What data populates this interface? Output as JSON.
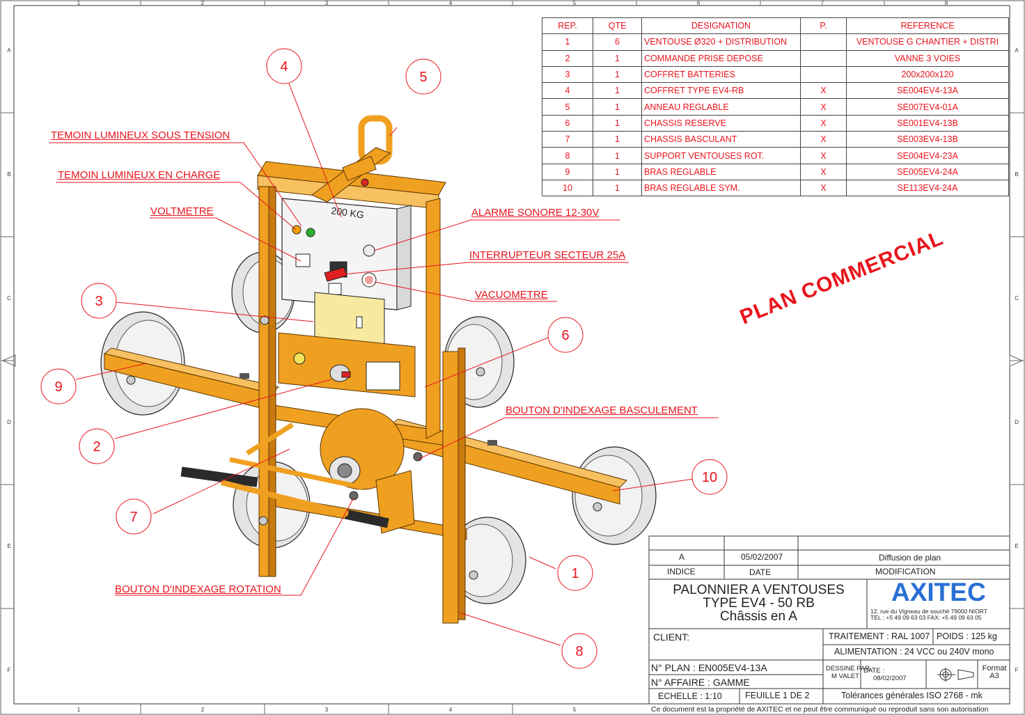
{
  "grid": {
    "columns_top": [
      "1",
      "2",
      "3",
      "4",
      "5",
      "6",
      "7",
      "8"
    ],
    "columns_bottom": [
      "1",
      "2",
      "3",
      "4",
      "5"
    ],
    "rows": [
      "A",
      "B",
      "C",
      "D",
      "E",
      "F"
    ]
  },
  "bom": {
    "headers": {
      "rep": "REP.",
      "qte": "QTE",
      "designation": "DESIGNATION",
      "p": "P.",
      "reference": "REFERENCE"
    },
    "rows": [
      {
        "rep": "1",
        "qte": "6",
        "designation": "VENTOUSE Ø320 + DISTRIBUTION",
        "p": "",
        "reference": "VENTOUSE G CHANTIER + DISTRI"
      },
      {
        "rep": "2",
        "qte": "1",
        "designation": "COMMANDE PRISE DEPOSE",
        "p": "",
        "reference": "VANNE 3 VOIES"
      },
      {
        "rep": "3",
        "qte": "1",
        "designation": "COFFRET BATTERIES",
        "p": "",
        "reference": "200x200x120"
      },
      {
        "rep": "4",
        "qte": "1",
        "designation": "COFFRET TYPE EV4-RB",
        "p": "X",
        "reference": "SE004EV4-13A"
      },
      {
        "rep": "5",
        "qte": "1",
        "designation": "ANNEAU REGLABLE",
        "p": "X",
        "reference": "SE007EV4-01A"
      },
      {
        "rep": "6",
        "qte": "1",
        "designation": "CHASSIS RESERVE",
        "p": "X",
        "reference": "SE001EV4-13B"
      },
      {
        "rep": "7",
        "qte": "1",
        "designation": "CHASSIS BASCULANT",
        "p": "X",
        "reference": "SE003EV4-13B"
      },
      {
        "rep": "8",
        "qte": "1",
        "designation": "SUPPORT VENTOUSES ROT.",
        "p": "X",
        "reference": "SE004EV4-23A"
      },
      {
        "rep": "9",
        "qte": "1",
        "designation": "BRAS REGLABLE",
        "p": "X",
        "reference": "SE005EV4-24A"
      },
      {
        "rep": "10",
        "qte": "1",
        "designation": "BRAS REGLABLE SYM.",
        "p": "X",
        "reference": "SE113EV4-24A"
      }
    ]
  },
  "callouts": {
    "temoin_tension": "TEMOIN LUMINEUX SOUS TENSION",
    "temoin_charge": "TEMOIN LUMINEUX EN CHARGE",
    "voltmetre": "VOLTMETRE",
    "alarme": "ALARME SONORE 12-30V",
    "interrupteur": "INTERRUPTEUR SECTEUR 25A",
    "vacuometre": "VACUOMETRE",
    "bouton_basculement": "BOUTON D'INDEXAGE BASCULEMENT",
    "bouton_rotation": "BOUTON D'INDEXAGE ROTATION"
  },
  "bubbles": [
    "1",
    "2",
    "3",
    "4",
    "5",
    "6",
    "7",
    "8",
    "9",
    "10"
  ],
  "stamp": "PLAN COMMERCIAL",
  "drawing_text": {
    "box_label": "200 KG"
  },
  "title_block": {
    "indice_value": "A",
    "date_value": "05/02/2007",
    "modification_value": "Diffusion de plan",
    "indice_label": "INDICE",
    "date_label": "DATE",
    "modification_label": "MODIFICATION",
    "title_line1": "PALONNIER A VENTOUSES",
    "title_line2": "TYPE EV4 - 50 RB",
    "title_line3": "Châssis en A",
    "company": "AXITEC",
    "address": "12, rue du Vigneau de souché 79000 NIORT",
    "phone": "TEL : +5 49 09 63 03   FAX: +5 49 09 63 05",
    "client_label": "CLIENT:",
    "traitement": "TRAITEMENT : RAL 1007",
    "poids": "POIDS : 125 kg",
    "alimentation": "ALIMENTATION :  24 VCC ou 240V mono",
    "plan_no": "N° PLAN : EN005EV4-13A",
    "affaire": "N° AFFAIRE : GAMME",
    "dessine_label": "DESSINE PAR :",
    "dessine_value": "M VALET",
    "date2_label": "DATE :",
    "date2_value": "08/02/2007",
    "format_label": "Format",
    "format_value": "A3",
    "echelle": "ECHELLE : 1:10",
    "feuille": "FEUILLE 1 DE 2",
    "tolerances": "Tolérances générales  ISO 2768 - mk"
  },
  "footer_note": "Ce document est la propriété de AXITEC et ne peut être communiqué ou reproduit sans son autorisation",
  "colors": {
    "red": "#e8141c",
    "frame": "#f0a020",
    "frame_dark": "#b86a08",
    "blue": "#2a6fd6",
    "cup": "#e6e6e6"
  }
}
